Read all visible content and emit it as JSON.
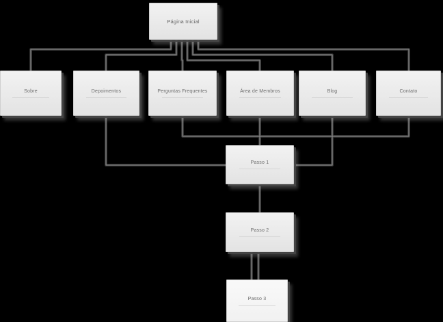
{
  "diagram": {
    "type": "sitemap-flowchart",
    "background_color": "#000000",
    "connector_color": "#3f3f3f",
    "connector_highlight_color": "#8f8f8f",
    "node_fill_color": "#ececec",
    "node_text_color": "#6b6b6b",
    "home": {
      "label": "Página Inicial"
    },
    "row": [
      {
        "label": "Sobre"
      },
      {
        "label": "Depoimentos"
      },
      {
        "label": "Perguntas Frequentes"
      },
      {
        "label": "Área de Membros"
      },
      {
        "label": "Blog"
      },
      {
        "label": "Contato"
      }
    ],
    "steps": [
      {
        "label": "Passo 1"
      },
      {
        "label": "Passo 2"
      },
      {
        "label": "Passo 3"
      }
    ]
  }
}
